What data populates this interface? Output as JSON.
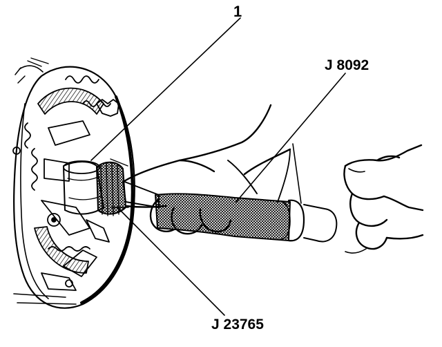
{
  "labels": {
    "item_1": "1",
    "tool_handle": "J 8092",
    "tool_installer": "J 23765"
  },
  "colors": {
    "ink": "#000000",
    "background": "#ffffff"
  }
}
